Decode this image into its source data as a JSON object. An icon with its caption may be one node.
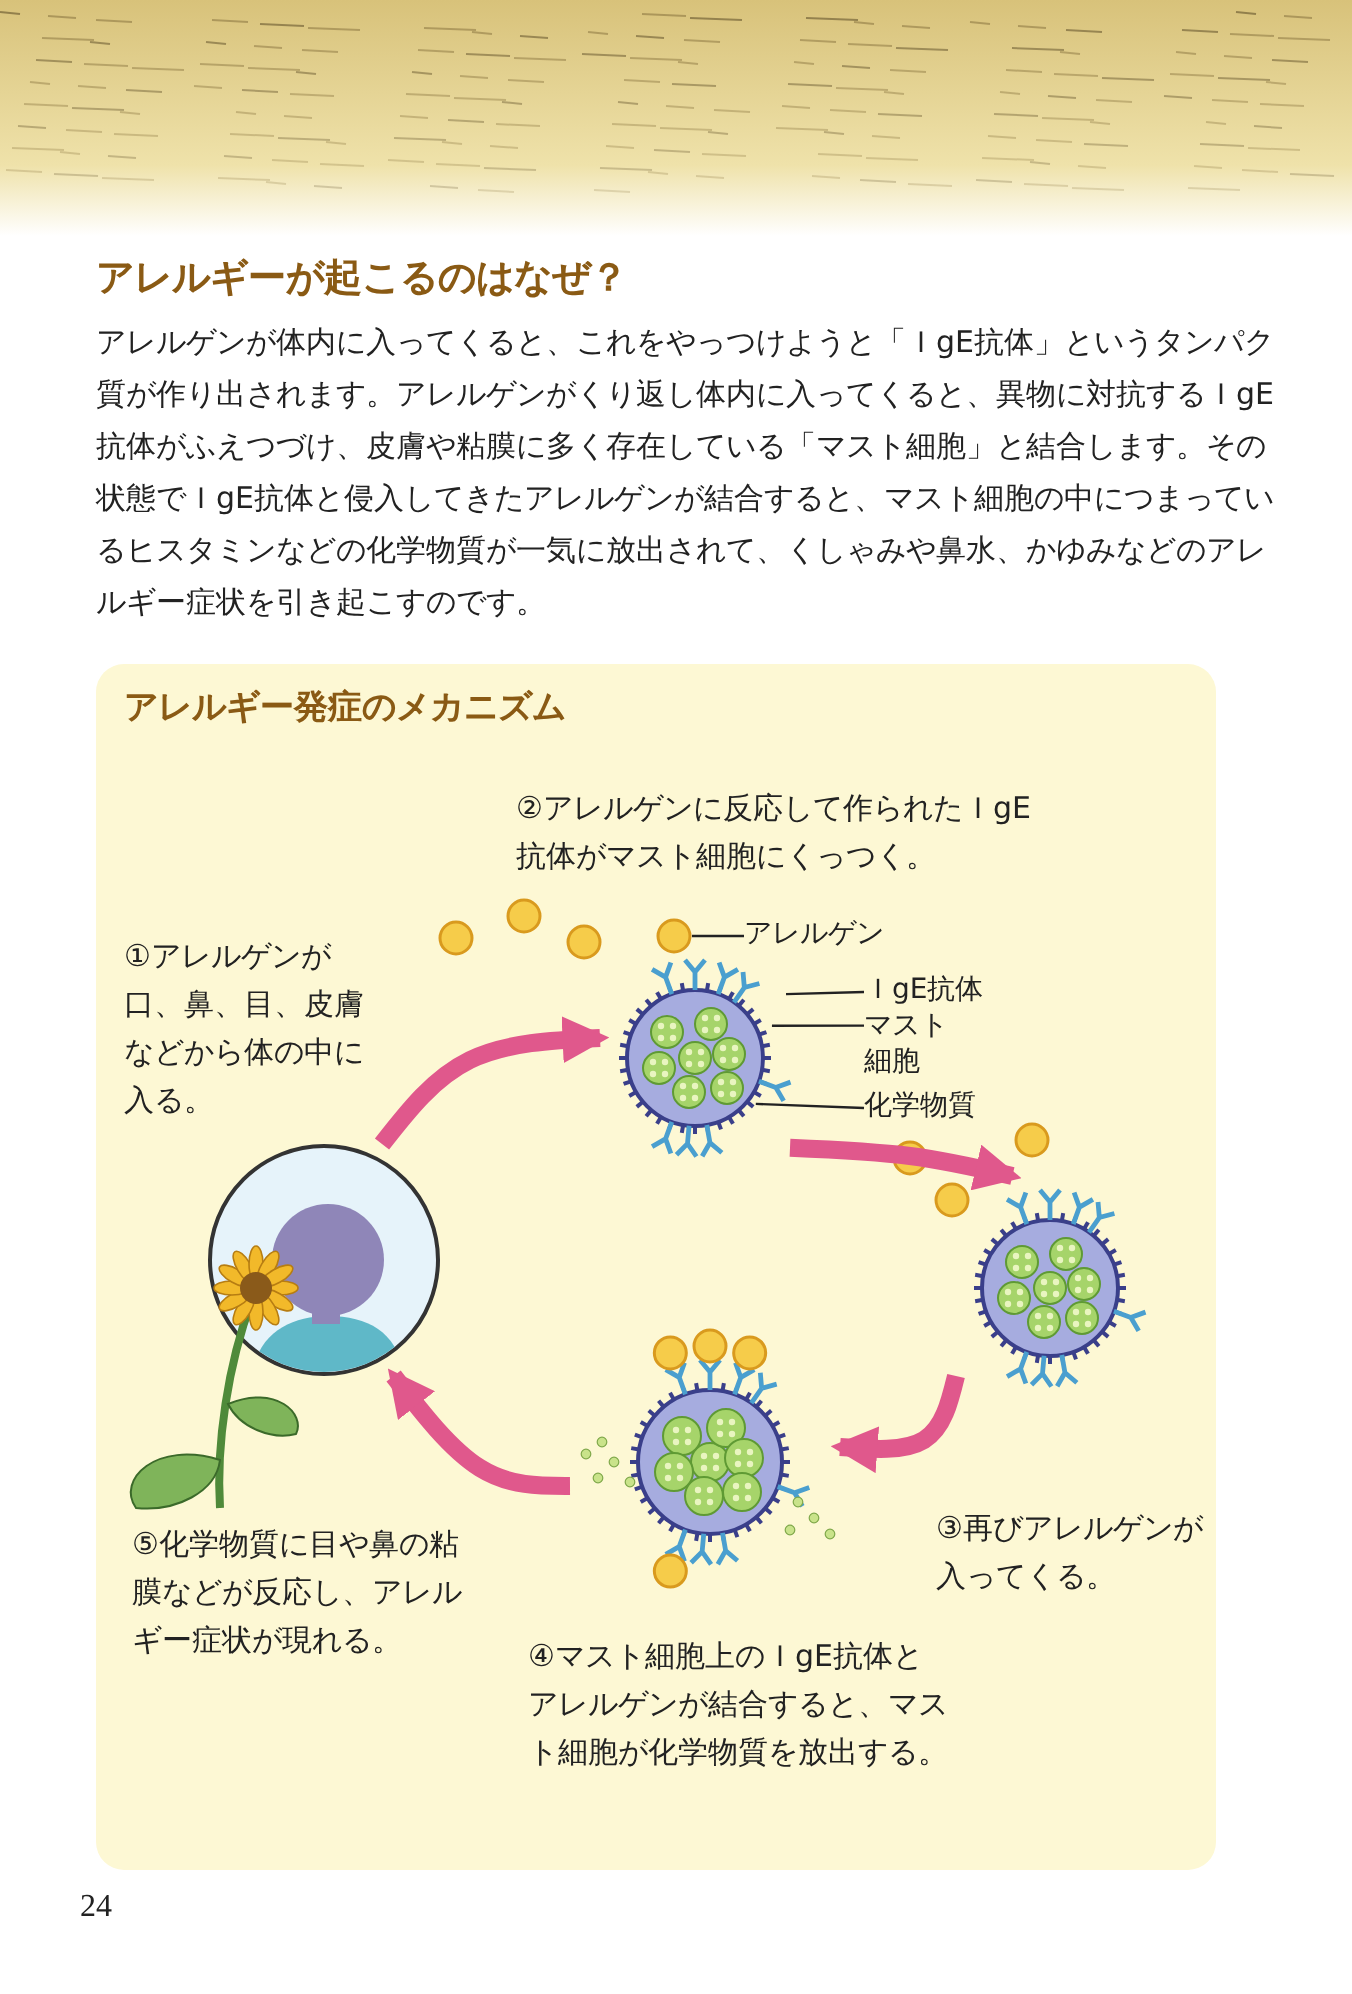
{
  "diagram": {
    "title": "アレルギーが起こるのはなぜ？",
    "nodes": [
      {
        "text": [
          "アレルギー発症のメカニズム"
        ]
      },
      {
        "text": [],
        "shape": "picture",
        "in": 0,
        "beside": [
          "①アレルゲンが口、鼻、目、皮膚などから体の中に入る。"
        ]
      },
      {
        "text": [],
        "shape": "picture",
        "in": 0
      },
      {
        "text": [],
        "shape": "picture",
        "in": 0
      },
      {
        "text": [],
        "shape": "picture",
        "in": 0,
        "beside": [
          "④マスト細胞上のＩgE抗体とアレルゲンが結合すると、マスト細胞が化学物質を放出する。"
        ]
      },
      {
        "text": [
          "アレルゲン"
        ],
        "in": 0
      },
      {
        "text": [
          "ＩgE抗体"
        ],
        "in": 0
      },
      {
        "text": [
          "マスト細胞"
        ],
        "in": 0
      },
      {
        "text": [
          "化学物質"
        ],
        "in": 0
      }
    ],
    "edges": [
      {
        "from": 1,
        "to": 2,
        "arrow": "to",
        "style": "thick",
        "color": "#e0588c"
      },
      {
        "from": 2,
        "to": 3,
        "arrow": "to",
        "style": "thick",
        "color": "#e0588c"
      },
      {
        "from": 3,
        "to": 4,
        "arrow": "to",
        "style": "thick",
        "color": "#e0588c"
      },
      {
        "from": 4,
        "to": 1,
        "arrow": "to",
        "style": "thick",
        "color": "#e0588c"
      },
      {
        "from": 5,
        "to": 2,
        "arrow": "none",
        "color": "#222222"
      },
      {
        "from": 6,
        "to": 2,
        "arrow": "none",
        "color": "#222222"
      },
      {
        "from": 7,
        "to": 2,
        "arrow": "none",
        "color": "#222222"
      },
      {
        "from": 8,
        "to": 2,
        "arrow": "none",
        "color": "#222222"
      }
    ],
    "labels": [
      "アレルゲンが体内に入ってくると、これをやっつけようと「ＩgE抗体」というタンパク質が作り出されます。アレルゲンがくり返し体内に入ってくると、異物に対抗するＩgE抗体がふえつづけ、皮膚や粘膜に多く存在している「マスト細胞」と結合します。その状態でＩgE抗体と侵入してきたアレルゲンが結合すると、マスト細胞の中につまっているヒスタミンなどの化学物質が一気に放出されて、くしゃみや鼻水、かゆみなどのアレルギー症状を引き起こすのです。",
      "②アレルゲンに反応して作られたＩgE抗体がマスト細胞にくっつく。",
      "③再びアレルゲンが入ってくる。",
      "⑤化学物質に目や鼻の粘膜などが反応し、アレルギー症状が現れる。",
      "24"
    ]
  }
}
